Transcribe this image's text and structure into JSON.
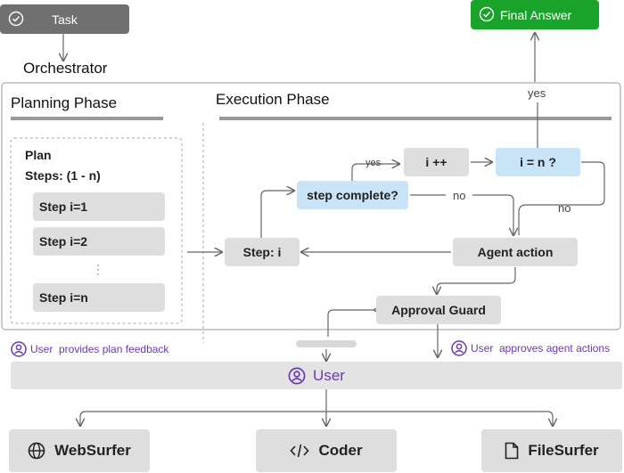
{
  "task": {
    "label": "Task"
  },
  "final_answer": {
    "label": "Final Answer"
  },
  "orchestrator": {
    "label": "Orchestrator"
  },
  "planning": {
    "title": "Planning Phase",
    "plan_title": "Plan",
    "plan_steps": "Steps: (1 - n)",
    "steps": [
      "Step i=1",
      "Step i=2",
      "Step i=n"
    ],
    "ellipsis": "⋮"
  },
  "execution": {
    "title": "Execution Phase",
    "step_i": "Step: i",
    "step_complete": "step complete?",
    "i_plus": "i ++",
    "i_eq_n": "i = n ?",
    "agent_action": "Agent action",
    "approval_guard": "Approval Guard",
    "yes_small": "yes",
    "no_1": "no",
    "no_2": "no",
    "yes_top": "yes"
  },
  "feedback": {
    "plan_feedback": "User  provides plan feedback",
    "approves": "User  approves agent actions"
  },
  "user_bar": {
    "label": "User"
  },
  "agents": {
    "websurfer": "WebSurfer",
    "coder": "Coder",
    "filesurfer": "FileSurfer"
  },
  "colors": {
    "task_bg": "#707070",
    "final_bg": "#1aa32a",
    "blue_box": "#c9e4f7",
    "grey_box": "#dedede",
    "purple": "#6b3ab0"
  }
}
